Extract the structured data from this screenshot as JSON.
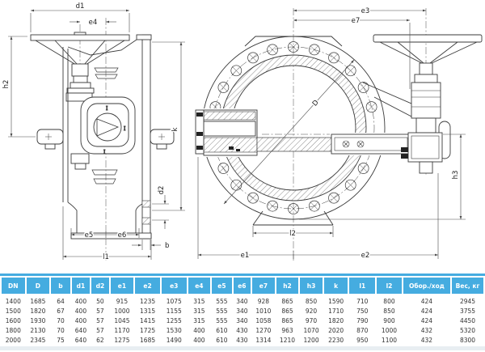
{
  "accent_color": "#45ace0",
  "labels": {
    "d1": "d1",
    "e4": "e4",
    "h2": "h2",
    "k": "k",
    "d2": "d2",
    "b": "b",
    "e5": "e5",
    "e6": "e6",
    "l1": "l1",
    "e3": "e3",
    "e7": "e7",
    "D": "D",
    "h3": "h3",
    "l2": "l2",
    "e1": "e1",
    "e2": "e2"
  },
  "indicator_marks": {
    "top": "I",
    "side": "I",
    "bottom": "I"
  },
  "table": {
    "headers": [
      "DN",
      "D",
      "b",
      "d1",
      "d2",
      "e1",
      "e2",
      "e3",
      "e4",
      "e5",
      "e6",
      "e7",
      "h2",
      "h3",
      "k",
      "l1",
      "l2",
      "Обор./ход",
      "Вес, кг"
    ],
    "rows": [
      [
        "1400",
        "1685",
        "64",
        "400",
        "50",
        "915",
        "1235",
        "1075",
        "315",
        "555",
        "340",
        "928",
        "865",
        "850",
        "1590",
        "710",
        "800",
        "424",
        "2945"
      ],
      [
        "1500",
        "1820",
        "67",
        "400",
        "57",
        "1000",
        "1315",
        "1155",
        "315",
        "555",
        "340",
        "1010",
        "865",
        "920",
        "1710",
        "750",
        "850",
        "424",
        "3755"
      ],
      [
        "1600",
        "1930",
        "70",
        "400",
        "57",
        "1045",
        "1415",
        "1255",
        "315",
        "555",
        "340",
        "1058",
        "865",
        "970",
        "1820",
        "790",
        "900",
        "424",
        "4450"
      ],
      [
        "1800",
        "2130",
        "70",
        "640",
        "57",
        "1170",
        "1725",
        "1530",
        "400",
        "610",
        "430",
        "1270",
        "963",
        "1070",
        "2020",
        "870",
        "1000",
        "432",
        "5320"
      ],
      [
        "2000",
        "2345",
        "75",
        "640",
        "62",
        "1275",
        "1685",
        "1490",
        "400",
        "610",
        "430",
        "1314",
        "1210",
        "1200",
        "2230",
        "950",
        "1100",
        "432",
        "8300"
      ]
    ]
  }
}
